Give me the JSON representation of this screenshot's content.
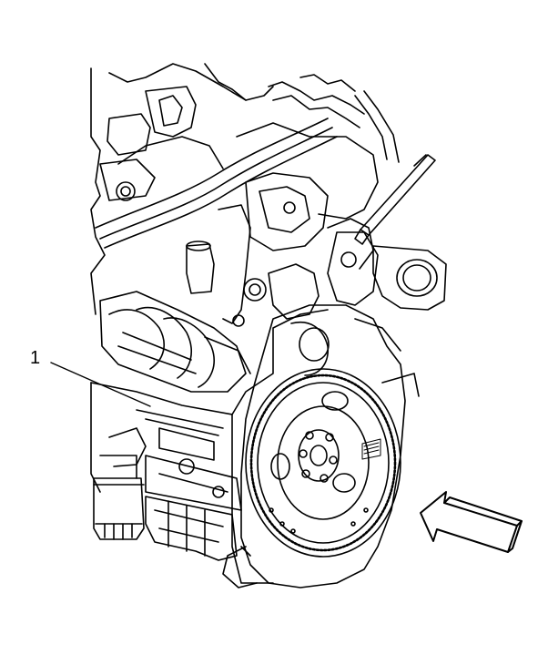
{
  "callouts": [
    {
      "number": "1",
      "target": "engine-block-rear-face"
    }
  ],
  "indicators": [
    {
      "icon": "direction-arrow-icon",
      "direction": "left"
    }
  ],
  "colors": {
    "line": "#000000",
    "background": "#ffffff"
  }
}
